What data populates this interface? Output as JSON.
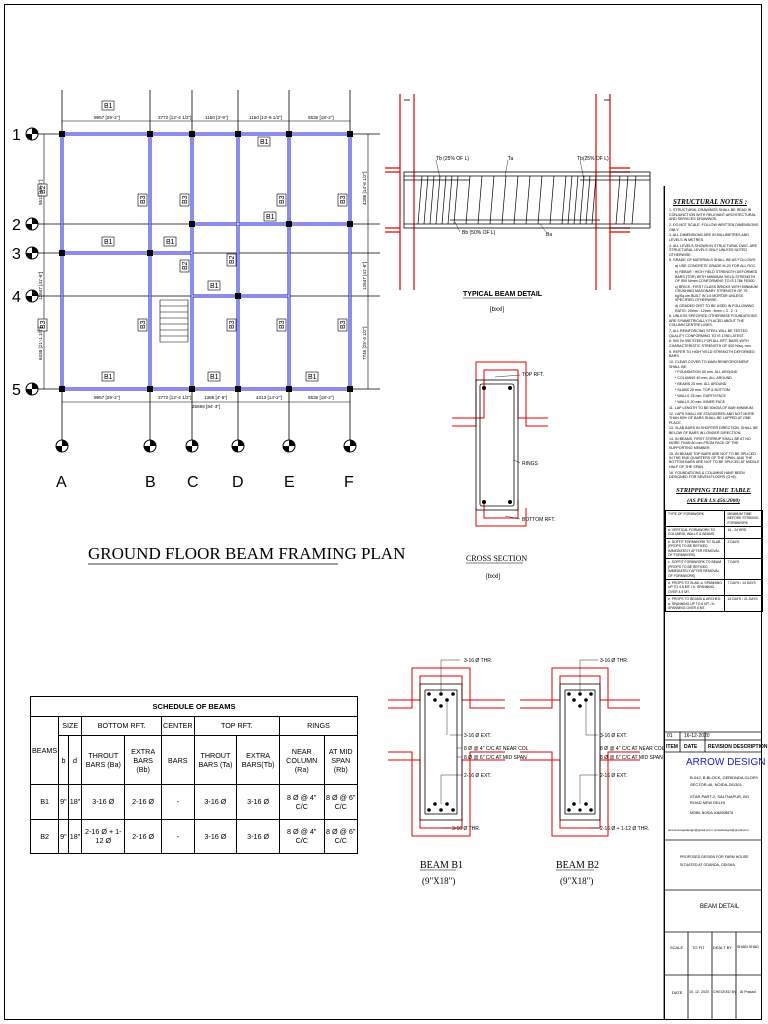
{
  "plan": {
    "title": "GROUND FLOOR BEAM FRAMING PLAN",
    "row_labels": [
      "1",
      "2",
      "3",
      "4",
      "5"
    ],
    "col_labels": [
      "A",
      "B",
      "C",
      "D",
      "E",
      "F"
    ],
    "top_dims": [
      "9957 [29'-2\"]",
      "3772 [12'-4 1/2\"]",
      "1150 [3'-9\"]",
      "1150 [13'-9 1/2\"]",
      "5536 [18'-2\"]"
    ],
    "bottom_dims": [
      "9957 [29'-2\"]",
      "3772 [12'-4 1/2\"]",
      "25699 [84'-3\"]",
      "4313 [14'-2\"]",
      "5536 [18'-2\"]"
    ],
    "extra_bottom_dim": "1385 [4'-6\"]",
    "left_dims": [
      "5511 [18'-1\"]",
      "12647 [41'-6\"]",
      "6438 [21'-1 1/2\"]"
    ],
    "right_dims": [
      "4286 [14'-6 1/2\"]",
      "12647 [41'-6\"]",
      "7745 [25'-4 1/2\"]"
    ],
    "beam_tags": [
      "B1",
      "B2",
      "B3"
    ]
  },
  "typical": {
    "title": "TYPICAL BEAM DETAIL",
    "scale": "[bxxl]",
    "tb_left": "Tb (25% OF L)",
    "ta": "Ta",
    "tb_right": "Tb(25% OF L)",
    "bb": "Bb (50% OF L)",
    "ba": "Ba"
  },
  "cross": {
    "title": "CROSS SECTION",
    "scale": "[bxxl]",
    "top": "TOP RFT.",
    "rings": "RINGS",
    "bottom": "BOTTOM RFT."
  },
  "beam_b1": {
    "title": "BEAM B1",
    "size": "(9\"X18\")",
    "l1": "3-16 Ø THR.",
    "l2": "3-16 Ø EXT.",
    "l3": "8 Ø @ 4\" C/C AT NEAR COL",
    "l4": "8 Ø @ 6\" C/C AT MID SPAN",
    "l5": "2-16 Ø EXT.",
    "l6": "3-16 Ø THR."
  },
  "beam_b2": {
    "title": "BEAM B2",
    "size": "(9\"X18\")",
    "l1": "3-16 Ø THR.",
    "l2": "3-16 Ø EXT.",
    "l3": "8 Ø @ 4\" C/C AT NEAR COL",
    "l4": "8 Ø @ 6\" C/C AT MID SPAN",
    "l5": "2-16 Ø EXT.",
    "l6": "2-16 Ø + 1-12 Ø THR."
  },
  "schedule": {
    "caption": "SCHEDULE OF BEAMS",
    "h_beams": "BEAMS",
    "h_size": "SIZE",
    "h_bottom": "BOTTOM RFT.",
    "h_center": "CENTER",
    "h_top": "TOP RFT.",
    "h_rings": "RINGS",
    "h_b": "b",
    "h_d": "d",
    "h_thru_ba": "THROUT BARS (Ba)",
    "h_extra_bb": "EXTRA BARS (Bb)",
    "h_bars": "BARS",
    "h_thru_ta": "THROUT BARS (Ta)",
    "h_extra_tb": "EXTRA BARS(Tb)",
    "h_near": "NEAR COLUMN (Ra)",
    "h_mid": "AT MID SPAN (Rb)",
    "rows": [
      {
        "beam": "B1",
        "b": "9\"",
        "d": "18\"",
        "ba": "3-16 Ø",
        "bb": "2-16 Ø",
        "center": "-",
        "ta": "3-16 Ø",
        "tb": "3-16 Ø",
        "ra": "8 Ø @ 4\" C/C",
        "rb": "8 Ø @ 6\" C/C"
      },
      {
        "beam": "B2",
        "b": "9\"",
        "d": "18\"",
        "ba": "2-16 Ø + 1-12 Ø",
        "bb": "2-16 Ø",
        "center": "-",
        "ta": "3-16 Ø",
        "tb": "3-16 Ø",
        "ra": "8 Ø @ 4\" C/C",
        "rb": "8 Ø @ 6\" C/C"
      }
    ]
  },
  "notes": {
    "title": "STRUCTURAL NOTES :",
    "items": [
      "1. STRUCTURAL DRAWINGS SHALL BE READ IN CONJUNCTION WITH RELEVANT ARCHITECTURAL AND SERVICES DRAWINGS.",
      "2. DO NOT SCALE. FOLLOW WRITTEN DIMENSIONS ONLY.",
      "3. ALL DIMENSIONS ARE IN MILLIMETRES AND LEVELS IN METRES.",
      "4. ALL LEVELS SHOWN IN STRUCTURAL DWG. ARE STRUCTURAL LEVELS ONLY UNLESS NOTED OTHERWISE.",
      "5. GRADE OF MATERIALS SHALL BE AS FOLLOWS:",
      "a) USE CONCRETE GRADE M-20 FOR ALL RCC.",
      "b) REBAR : HIGH YIELD STRENGTH DEFORMED BARS (TOR) WITH MINIMUM YIELD STRENGTH OF 500 N/mm CONFORMING TO IS 1786 FE500.",
      "c) BRICK : FIRST CLASS BRICKS WITH MINIMUM CRUSHING MASONARY STRENGTH OF 75 kg/Sq.cm BUILT IN 1:6 MORTAR UNLESS SPECIFIED OTHERWISE.",
      "d) GRADED GRIT TO BE USED IN FOLLOWING RATIO: 20mm : 12mm : 6mm = 3 : 2 : 1",
      "6. UNLESS SPECIFIED OTHERWISE FOUNDATIONS ARE SYMMETRICALLY PLACED ABOUT THE COLUMN CENTRE LINES.",
      "7. ALL REINFORCING STEEL WILL BE TESTED QUALITY CONFORMING TO IS 1786 LATEST.",
      "8. 500 Fe 550 STEEL FOR ALL RFT. BARS WITH CHARACTERISTIC STRENGTH OF 500 N/sq. mm.",
      "9. REFER TO HIGH YIELD STRENGTH DEFORMED BARS",
      "10. CLEAR COVER TO MAIN REINFORCEMENT SHALL BE:",
      "* FOUNDATION 50 mm. ALL AROUND",
      "* COLUMNS 40 mm. ALL AROUND",
      "* BEAMS 25 mm. ALL AROUND",
      "* SLABS 20 mm. TOP & BOTTOM",
      "* WALLS 25 mm. EARTH FACE",
      "* WALLS 20 mm. INNER FACE",
      "11. LAP LENGTH TO BE 50xDIA OF BAR MINIMUM.",
      "12. LAPS SHALL BE STAGGERED AND NOT MORE THAN 50% OF BARS SHALL BE LAPPED AT ONE PLACE.",
      "13. SLAB BARS IN SHORTER DIRECTION, SHALL BE BELOW OF BARS IN LONGER DIRECTION.",
      "14. IN BEAMS, FIRST STIRRUP SHALL BE AT NO MORE THAN 50 mm FROM FACE OF THE SUPPORTING MEMBER.",
      "15. IN BEAMS TOP BARS ARE NOT TO BE SPLICED IN THE END QUARTERS OF THE SPAN, AND THE BOTTOM BARS ARE NOT TO BE SPLICED AT MIDDLE HALF OF THE SPAN.",
      "16. FOUNDATIONS & COLUMNS HAVE BEEN DESIGNED FOR SEVEN FLOORS (G+6)."
    ]
  },
  "stripping": {
    "title": "STRIPPING TIME TABLE",
    "subtitle": "(AS PER I.S 456:2000)",
    "h_type": "TYPE OF FORMWORK",
    "h_min": "MINIMUM TIME BEFORE STRIKING FORMWORK",
    "rows": [
      {
        "type": "a. VERTICAL FORMWORK TO COLUMNS, WALLS & BEAMS",
        "time": "16 - 24 HRS."
      },
      {
        "type": "b. SOFFIT FORMWORK TO SLAB (PROPS TO BE REFIXED IMMEDIATELY AFTER REMOVAL OF FORMWORK)",
        "time": "3 DAYS"
      },
      {
        "type": "c. SOFFIT FORMWORK TO BEAM (PROPS TO BE REFIXED IMMEDIATELY AFTER REMOVAL OF FORMWORK)",
        "time": "7 DAYS"
      },
      {
        "type": "d. PROPS TO SLAB: a. SPANNING UP TO 4.5 MT. / b. SPANNING OVER 4.5 MT.",
        "time": "7 DAYS / 14 DAYS"
      },
      {
        "type": "e. PROPS TO BEAMS & ARCHES: a. SPANNING UP TO 6 MT. / b. SPANNING OVER 6 MT.",
        "time": "14 DAYS / 21 DAYS"
      }
    ]
  },
  "titleblock": {
    "rev_no": "01",
    "rev_date": "16-12-2020",
    "h_item": "ITEM",
    "h_date": "DATE",
    "h_rev": "REVISION DESCRIPTION",
    "firm": "ARROW DESIGN",
    "addr1": "B-042, B BLOCK, GERIDNDA GLORY",
    "addr2": "SECTOR-46, NOIDA-201301",
    "addr3": "STAR PART-2, SALTNAPUR, BG",
    "addr4": "ROAD NEW DELHI",
    "addr5": "MOBIL NOIDA 4082508878",
    "email": "arrowconceptdesign@gmail.com / arrowdesigns@gmail.com",
    "project_l1": "PROPOSED DESIGN FOR FARM HOUSE",
    "project_l2": "SITUATED AT ODANDA, ODISHA",
    "drawing": "BEAM DETAIL",
    "scale_h": "SCALE",
    "scale_v": "TO FIT",
    "dealt_h": "DEALT BY",
    "dealt_v": "SHABI SHAD",
    "date_h": "DATE",
    "date_v": "10. 12. 2020",
    "checked_h": "CHECKED BY",
    "checked_v": "Al Prasad"
  }
}
